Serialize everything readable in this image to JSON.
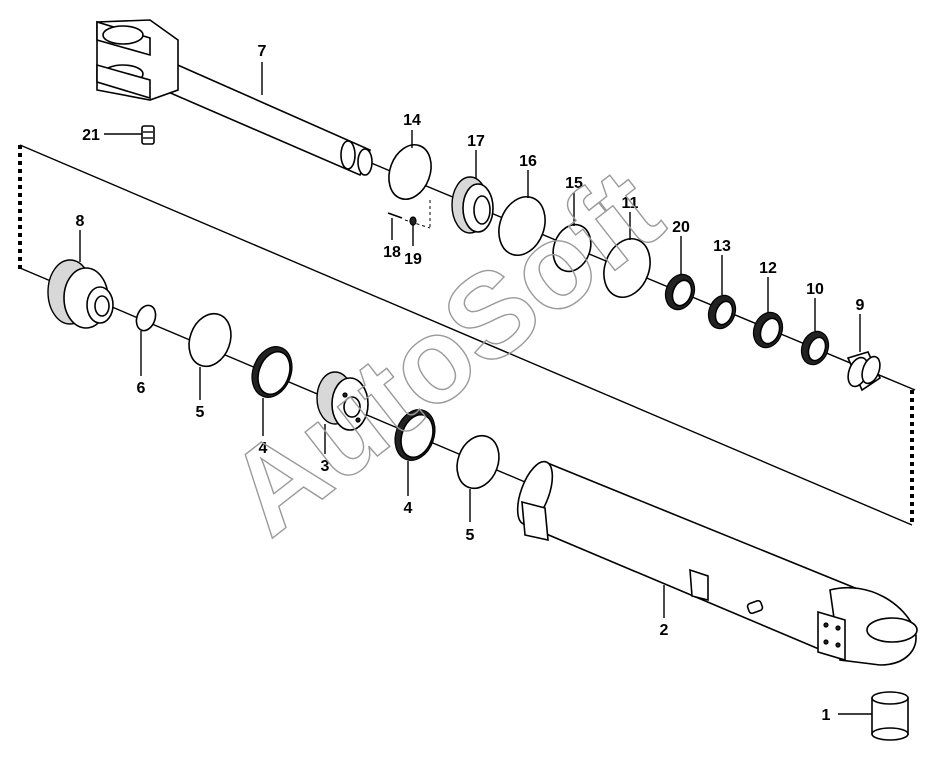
{
  "watermark": "AutoSoft",
  "callouts": {
    "c1": "1",
    "c2": "2",
    "c3": "3",
    "c4a": "4",
    "c4b": "4",
    "c5a": "5",
    "c5b": "5",
    "c6": "6",
    "c7": "7",
    "c8": "8",
    "c9": "9",
    "c10": "10",
    "c11": "11",
    "c12": "12",
    "c13": "13",
    "c14": "14",
    "c15": "15",
    "c16": "16",
    "c17": "17",
    "c18": "18",
    "c19": "19",
    "c20": "20",
    "c21": "21"
  },
  "colors": {
    "line": "#000000",
    "watermark": "#9a9a9a",
    "background": "#ffffff"
  }
}
